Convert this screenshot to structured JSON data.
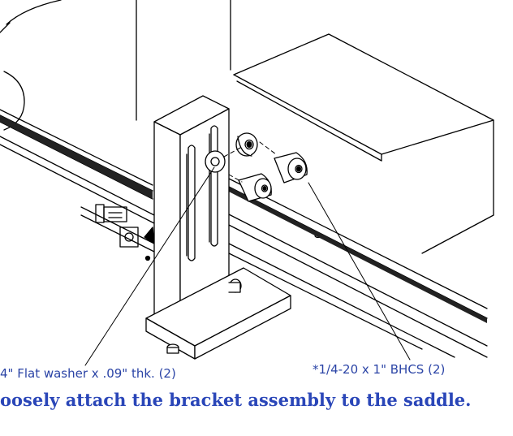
{
  "callouts": {
    "washer": "4\" Flat washer x .09\" thk. (2)",
    "bhcs": "*1/4-20 x 1\" BHCS (2)"
  },
  "caption": "oosely attach the bracket assembly to the saddle.",
  "colors": {
    "label": "#2b44a6",
    "caption": "#2a46b8",
    "line": "#000000"
  }
}
